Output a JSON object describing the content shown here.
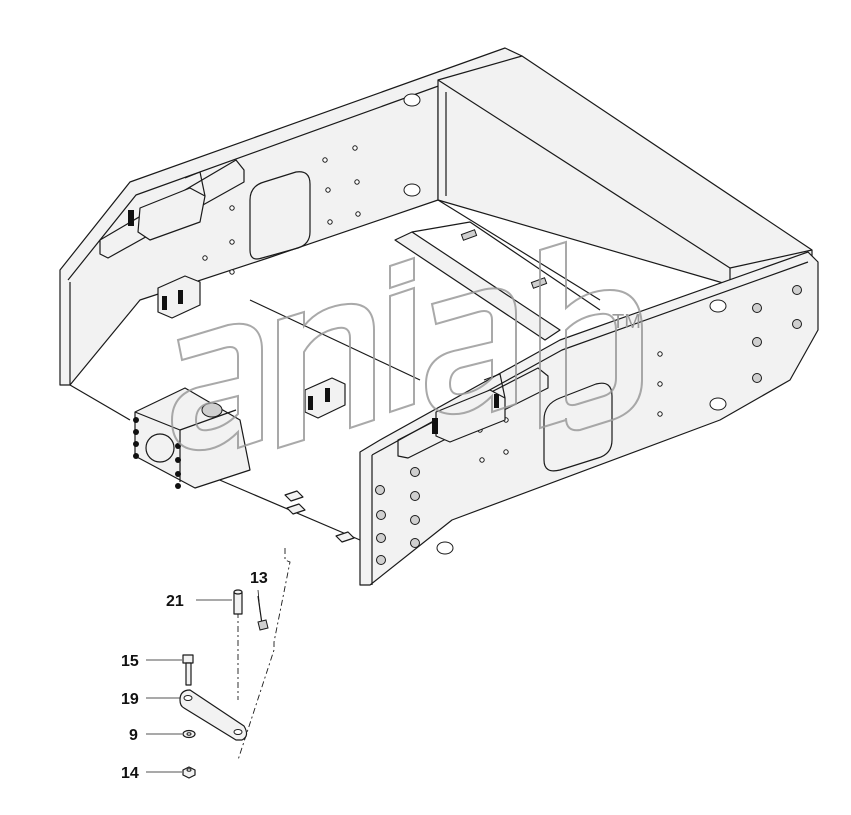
{
  "watermark": {
    "tm": "TM"
  },
  "callouts": [
    {
      "id": "21",
      "label": "21"
    },
    {
      "id": "13",
      "label": "13"
    },
    {
      "id": "15",
      "label": "15"
    },
    {
      "id": "19",
      "label": "19"
    },
    {
      "id": "9",
      "label": "9"
    },
    {
      "id": "14",
      "label": "14"
    }
  ]
}
